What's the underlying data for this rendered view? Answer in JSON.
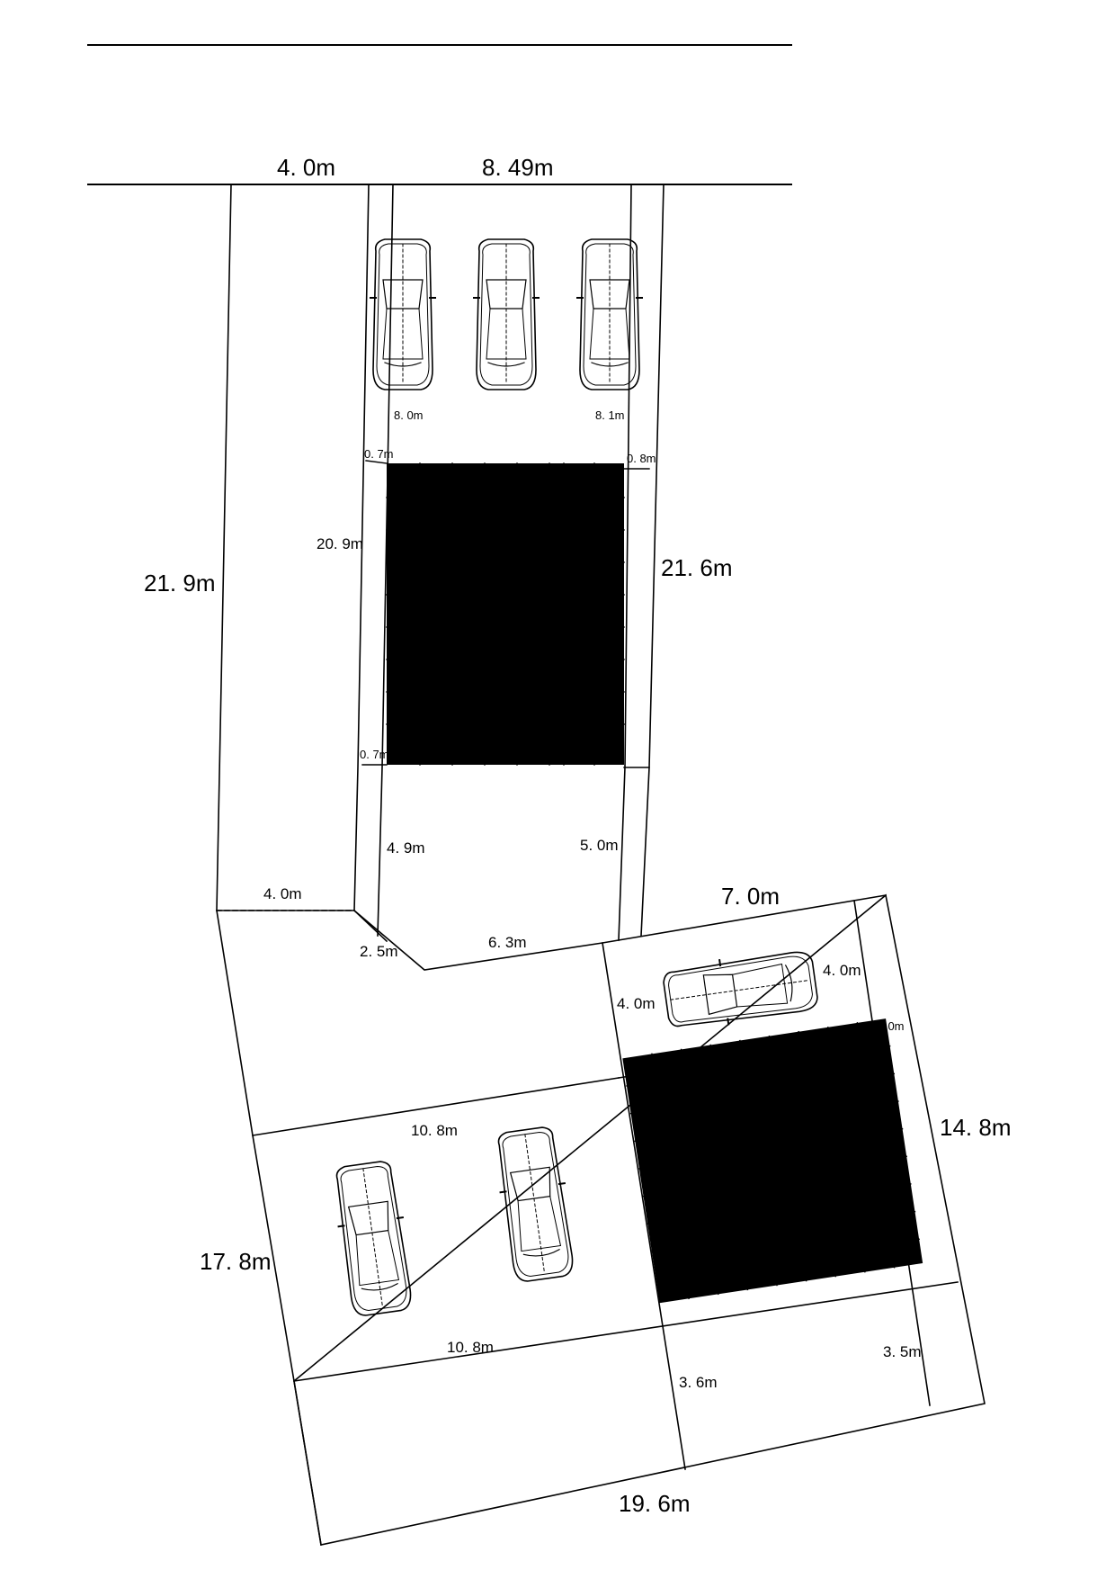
{
  "labels": {
    "top_left_width": "4. 0m",
    "top_right_width": "8. 49m",
    "left_outer": "21. 9m",
    "right_outer": "21. 6m",
    "inner_left": "20. 9m",
    "park_left": "8. 0m",
    "park_right": "8. 1m",
    "gap_top_left": "0. 7m",
    "gap_top_right": "0. 8m",
    "gap_bottom_left": "0. 7m",
    "lower_left": "4. 9m",
    "lower_right": "5. 0m",
    "notch_width": "4. 0m",
    "diag_short": "2. 5m",
    "diag_long": "6. 3m",
    "right_top": "7. 0m",
    "car_bay_w": "4. 0m",
    "car_bay_h": "4. 0m",
    "strip": "1. 0m",
    "right_side": "14. 8m",
    "mid_upper": "10. 8m",
    "mid_lower": "10. 8m",
    "left_side": "17. 8m",
    "bottom_mid": "3. 6m",
    "bottom_right": "3. 5m",
    "bottom": "19. 6m"
  }
}
